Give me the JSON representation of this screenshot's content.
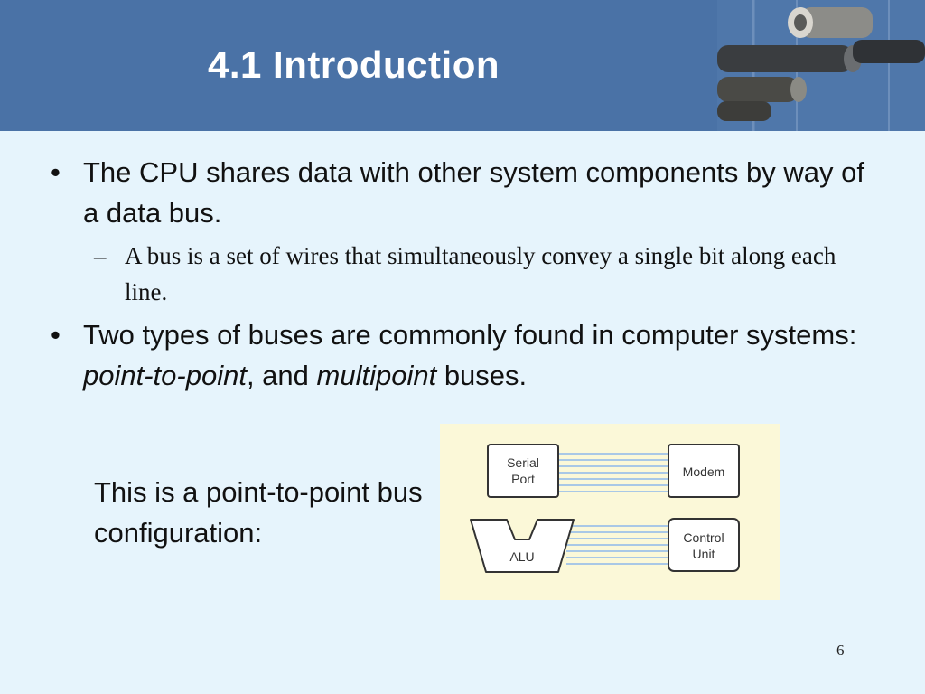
{
  "slide": {
    "title": "4.1 Introduction",
    "page_number": "6"
  },
  "bullets": [
    {
      "marker": "•",
      "text": "The CPU shares data with other system components by way of a data bus."
    },
    {
      "marker": "•",
      "text_before": "Two types of buses are commonly found in computer systems: ",
      "em1": "point-to-point",
      "text_mid": ", and ",
      "em2": "multipoint",
      "text_after": " buses."
    }
  ],
  "sub_bullets": [
    {
      "marker": "–",
      "text": "A bus is a set of wires that simultaneously convey a single bit along each line."
    }
  ],
  "caption": "This is a point-to-point bus configuration:",
  "diagram": {
    "serial_port_line1": "Serial",
    "serial_port_line2": "Port",
    "modem": "Modem",
    "alu": "ALU",
    "control_unit_line1": "Control",
    "control_unit_line2": "Unit",
    "colors": {
      "background": "#fbf8d8",
      "wire": "#a9c8e6",
      "box_stroke": "#333333"
    }
  }
}
